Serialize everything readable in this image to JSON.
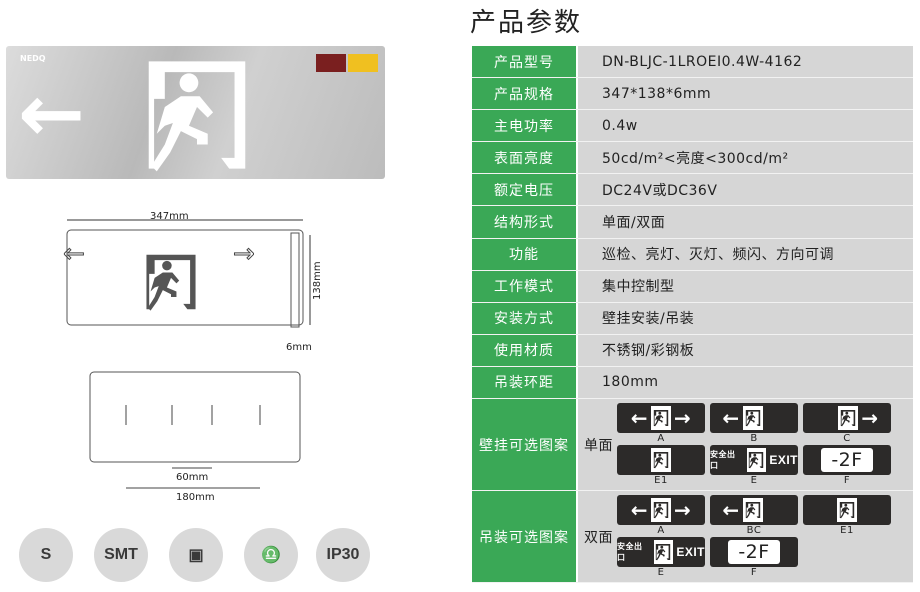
{
  "title": "产品参数",
  "params": [
    {
      "label": "产品型号",
      "value": "DN-BLJC-1LROEⅠ0.4W-4162"
    },
    {
      "label": "产品规格",
      "value": "347*138*6mm"
    },
    {
      "label": "主电功率",
      "value": "0.4w"
    },
    {
      "label": "表面亮度",
      "value": "50cd/m²<亮度<300cd/m²"
    },
    {
      "label": "额定电压",
      "value": "DC24V或DC36V"
    },
    {
      "label": "结构形式",
      "value": "单面/双面"
    },
    {
      "label": "功能",
      "value": "巡检、亮灯、灭灯、频闪、方向可调"
    },
    {
      "label": "工作模式",
      "value": "集中控制型"
    },
    {
      "label": "安装方式",
      "value": "壁挂安装/吊装"
    },
    {
      "label": "使用材质",
      "value": "不锈钢/彩钢板"
    },
    {
      "label": "吊装环距",
      "value": "180mm"
    }
  ],
  "wall": {
    "label": "壁挂可选图案",
    "side": "单面",
    "signs": [
      {
        "type": "both",
        "cap": "A"
      },
      {
        "type": "left",
        "cap": "B"
      },
      {
        "type": "right",
        "cap": "C"
      },
      {
        "type": "none",
        "cap": "E1"
      },
      {
        "type": "exit",
        "cap": "E"
      },
      {
        "type": "floor",
        "cap": "F"
      }
    ]
  },
  "hang": {
    "label": "吊装可选图案",
    "side": "双面",
    "signs": [
      {
        "type": "both",
        "cap": "A"
      },
      {
        "type": "left",
        "cap": "BC"
      },
      {
        "type": "none",
        "cap": "E1"
      },
      {
        "type": "exit",
        "cap": "E"
      },
      {
        "type": "floor",
        "cap": "F"
      }
    ]
  },
  "sign_text": {
    "cn": "安全出口",
    "exit": "EXIT",
    "floor": "-2F",
    "left": "←",
    "right": "→"
  },
  "brand": "NEDQ",
  "dims": {
    "width": "347mm",
    "height": "138mm",
    "depth": "6mm",
    "hole_gap": "60mm",
    "ring_gap": "180mm"
  },
  "features": [
    "S",
    "SMT",
    "chip",
    "bulb",
    "IP30"
  ],
  "colors": {
    "green": "#3aa856",
    "cell": "#d6d6d6",
    "plate": "#2c2a29"
  }
}
